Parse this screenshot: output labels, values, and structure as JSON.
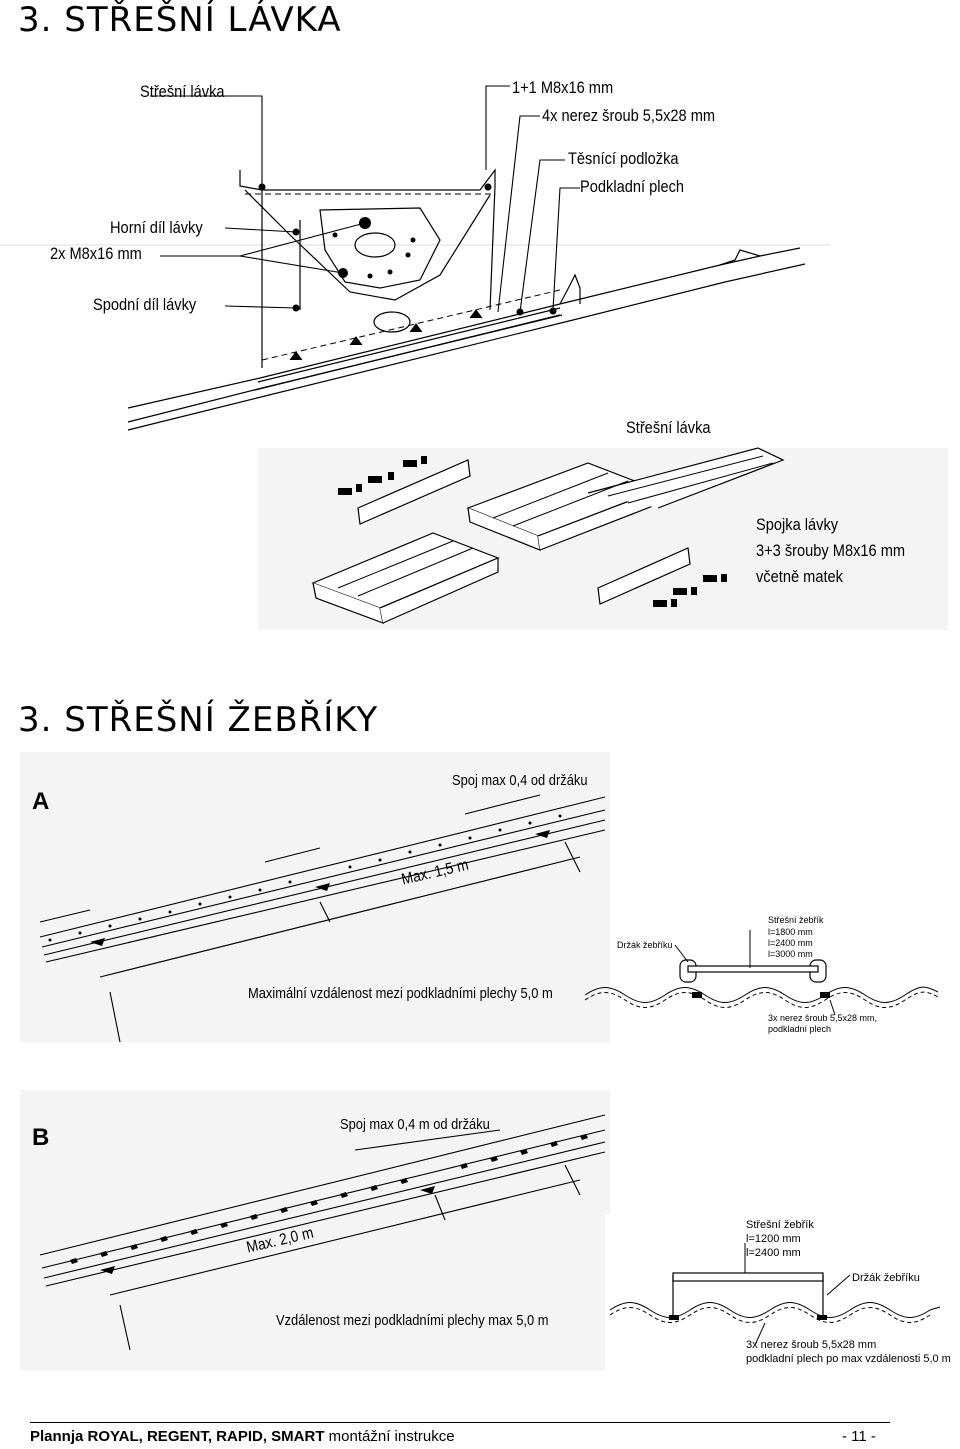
{
  "section1": {
    "title": "3. STŘEŠNÍ LÁVKA",
    "diagram_labels": {
      "stresni_lavka": "Střešní lávka",
      "m8x16_1_1": "1+1 M8x16 mm",
      "nerez_sroub": "4x nerez šroub 5,5x28 mm",
      "tesnici": "Těsnící podložka",
      "podkladni": "Podkladní plech",
      "horni_dil": "Horní díl lávky",
      "m8x16_2x": "2x M8x16 mm",
      "spodni_dil": "Spodní díl lávky"
    },
    "perspective_labels": {
      "stresni_lavka": "Střešní lávka",
      "spojka": "Spojka lávky",
      "srouby": "3+3 šrouby M8x16 mm",
      "matek": "včetně matek"
    }
  },
  "section2": {
    "title": "3. STŘEŠNÍ ŽEBŘÍKY",
    "panelA": {
      "letter": "A",
      "spoj": "Spoj max 0,4 od držáku",
      "max": "Max. 1,5 m",
      "vzdalenost": "Maximální vzdálenost mezi podkladními plechy 5,0 m",
      "drzak": "Držák žebříku",
      "zebrik_title": "Střešní žebřík",
      "zebrik_l1": "l=1800 mm",
      "zebrik_l2": "l=2400 mm",
      "zebrik_l3": "l=3000 mm",
      "sroub": "3x nerez šroub 5,5x28 mm,",
      "plech": "podkladní plech"
    },
    "panelB": {
      "letter": "B",
      "spoj": "Spoj max 0,4 m od držáku",
      "max": "Max. 2,0 m",
      "vzdalenost": "Vzdálenost mezi podkladními plechy max 5,0 m",
      "zebrik_title": "Střešní žebřík",
      "zebrik_l1": "l=1200 mm",
      "zebrik_l2": "l=2400 mm",
      "drzak": "Držák žebříku",
      "sroub": "3x nerez šroub 5,5x28 mm",
      "plech": "podkladní plech po max vzdálenosti 5,0 m"
    }
  },
  "footer": {
    "brand": "Plannja ROYAL, REGENT, RAPID, SMART",
    "rest": "montážní instrukce",
    "page": "- 11 -"
  }
}
